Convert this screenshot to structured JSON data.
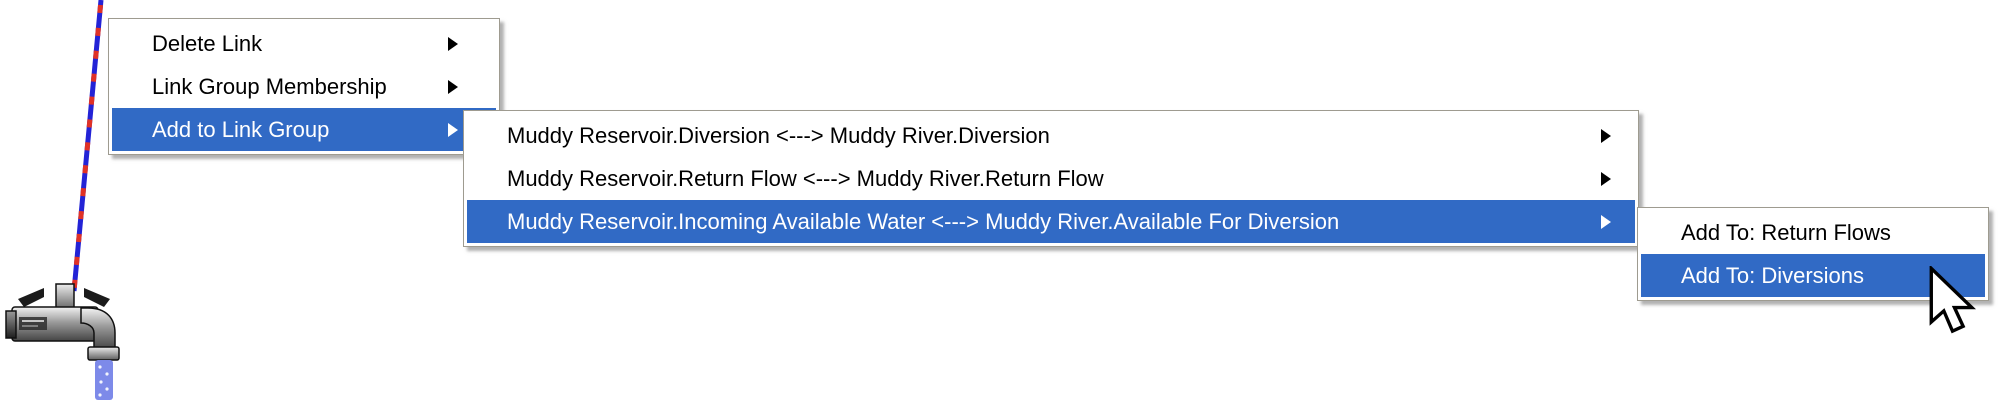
{
  "workspace": {
    "object_icon": "water-faucet-icon",
    "link_line_style": "dashed-blue-red-link-line",
    "cursor": "arrow-pointer"
  },
  "colors": {
    "highlight": "#316ac5",
    "highlight_text": "#ffffff",
    "menu_bg": "#ffffff",
    "menu_border": "#9e9b90",
    "menu_text": "#000000",
    "link_blue": "#2323d6",
    "link_red": "#e03226",
    "water": "#7d8ae9"
  },
  "menus": [
    {
      "name": "link-context-menu",
      "items": [
        {
          "label": "Delete Link",
          "submenu_arrow": true,
          "highlighted": false
        },
        {
          "label": "Link Group Membership",
          "submenu_arrow": true,
          "highlighted": false
        },
        {
          "label": "Add to Link Group",
          "submenu_arrow": true,
          "highlighted": true
        }
      ]
    },
    {
      "name": "add-to-link-group-submenu",
      "items": [
        {
          "label": "Muddy Reservoir.Diversion <---> Muddy River.Diversion",
          "submenu_arrow": true,
          "highlighted": false
        },
        {
          "label": "Muddy Reservoir.Return Flow <---> Muddy River.Return Flow",
          "submenu_arrow": true,
          "highlighted": false
        },
        {
          "label": "Muddy Reservoir.Incoming Available Water <---> Muddy River.Available For Diversion",
          "submenu_arrow": true,
          "highlighted": true
        }
      ]
    },
    {
      "name": "link-group-choice-submenu",
      "items": [
        {
          "label": "Add To: Return Flows",
          "submenu_arrow": false,
          "highlighted": false
        },
        {
          "label": "Add To: Diversions",
          "submenu_arrow": false,
          "highlighted": true
        }
      ]
    }
  ]
}
